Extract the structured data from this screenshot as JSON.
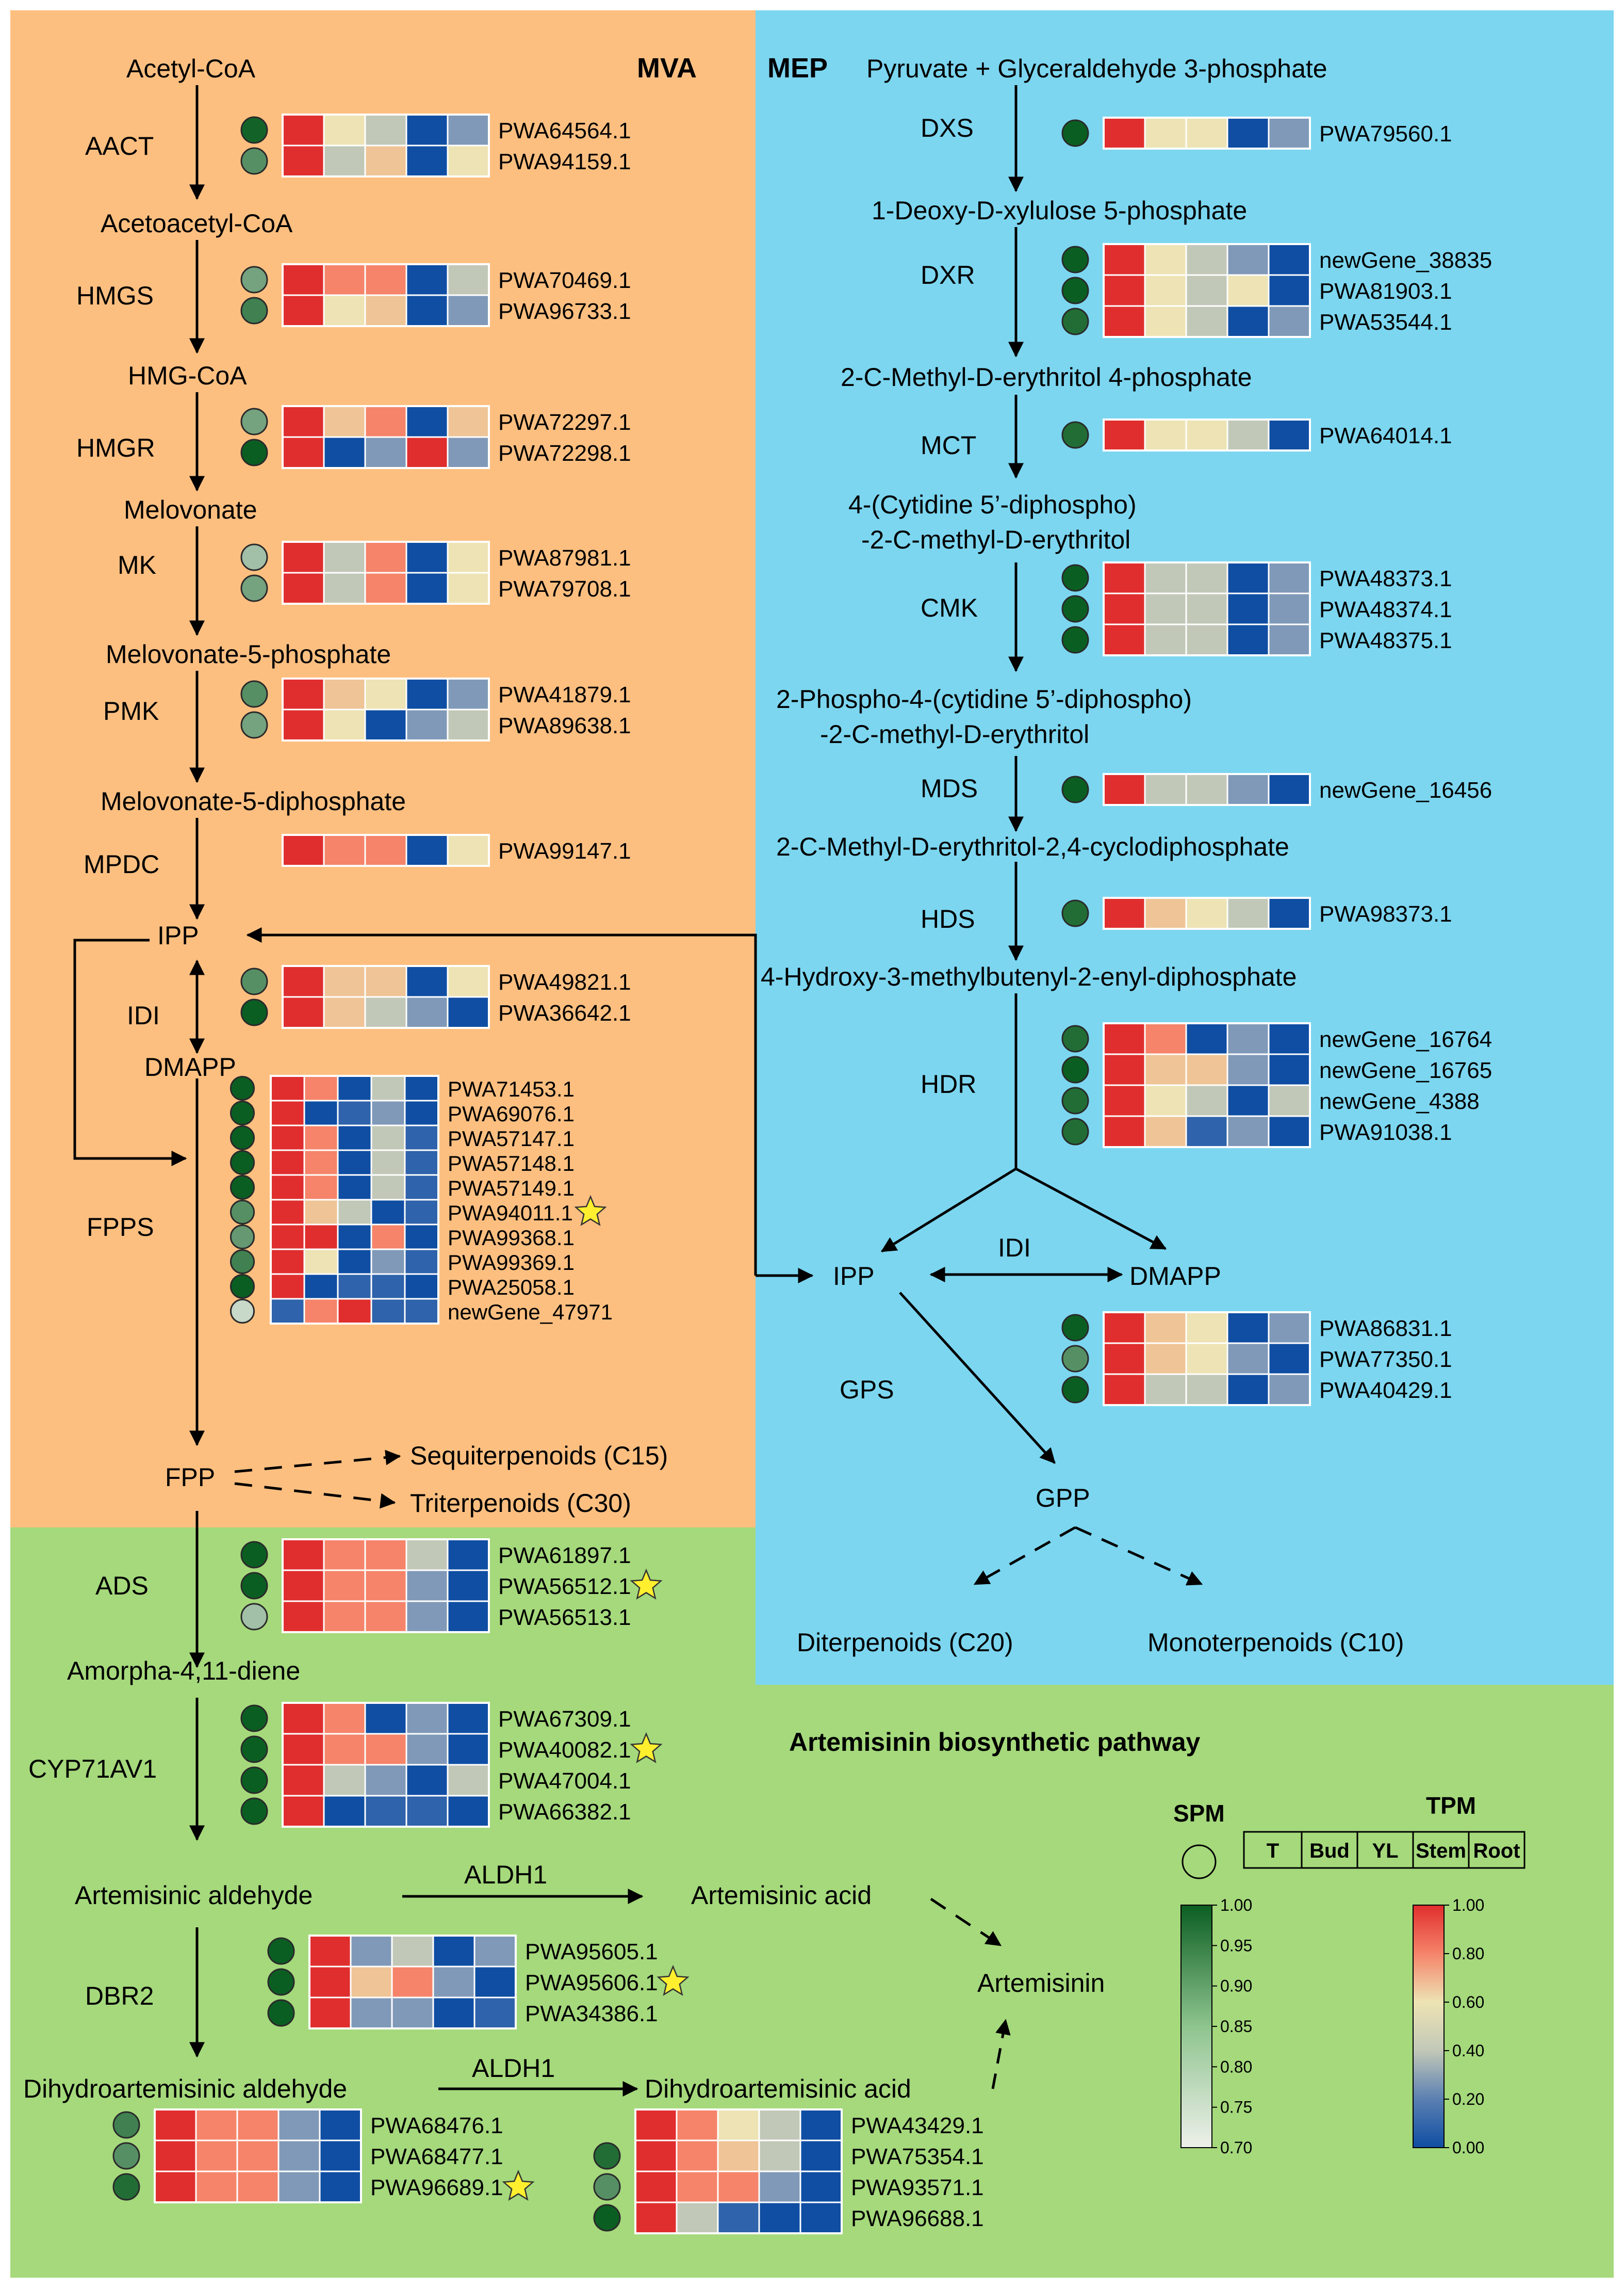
{
  "titles": {
    "mva": "MVA",
    "mep": "MEP",
    "artemisinin": "Artemisinin biosynthetic pathway"
  },
  "colors": {
    "mva_bg": "#fdbf80",
    "mep_bg": "#7cd6f0",
    "art_bg": "#a5d97c",
    "heat": [
      "#e02e2e",
      "#f5846a",
      "#efc496",
      "#ede3b4",
      "#c2c8b8",
      "#8099b8",
      "#2f63ab",
      "#0f4ea3"
    ]
  },
  "mva": {
    "metabolites": [
      "Acetyl-CoA",
      "Acetoacetyl-CoA",
      "HMG-CoA",
      "Melovonate",
      "Melovonate-5-phosphate",
      "Melovonate-5-diphosphate",
      "IPP",
      "DMAPP",
      "FPP"
    ],
    "enzymes": [
      "AACT",
      "HMGS",
      "HMGR",
      "MK",
      "PMK",
      "MPDC",
      "IDI",
      "FPPS"
    ],
    "products": [
      "Sequiterpenoids (C15)",
      "Triterpenoids (C30)"
    ]
  },
  "mep": {
    "metabolites": [
      "Pyruvate + Glyceraldehyde 3-phosphate",
      "1-Deoxy-D-xylulose 5-phosphate",
      "2-C-Methyl-D-erythritol 4-phosphate",
      "4-(Cytidine 5’-diphospho)",
      "-2-C-methyl-D-erythritol",
      "2-Phospho-4-(cytidine 5’-diphospho)",
      "-2-C-methyl-D-erythritol",
      "2-C-Methyl-D-erythritol-2,4-cyclodiphosphate",
      "4-Hydroxy-3-methylbutenyl-2-enyl-diphosphate",
      "IPP",
      "DMAPP",
      "GPP"
    ],
    "enzymes": [
      "DXS",
      "DXR",
      "MCT",
      "CMK",
      "MDS",
      "HDS",
      "HDR",
      "IDI",
      "GPS"
    ],
    "products": [
      "Diterpenoids (C20)",
      "Monoterpenoids (C10)"
    ]
  },
  "art": {
    "metabolites": [
      "Amorpha-4,11-diene",
      "Artemisinic aldehyde",
      "Artemisinic acid",
      "Artemisinin",
      "Dihydroartemisinic aldehyde",
      "Dihydroartemisinic acid"
    ],
    "enzymes": [
      "ADS",
      "CYP71AV1",
      "ALDH1",
      "DBR2",
      "ALDH1"
    ]
  },
  "legend": {
    "spm_title": "SPM",
    "tpm_title": "TPM",
    "tissues": [
      "T",
      "Bud",
      "YL",
      "Stem",
      "Root"
    ],
    "spm_ticks": [
      "1.00",
      "0.95",
      "0.90",
      "0.85",
      "0.80",
      "0.75",
      "0.70"
    ],
    "tpm_ticks": [
      "1.00",
      "0.80",
      "0.60",
      "0.40",
      "0.20",
      "0.00"
    ]
  },
  "heatmaps": [
    {
      "enzyme": "AACT",
      "genes": [
        {
          "id": "PWA64564.1",
          "spm": 0.99,
          "tpm": [
            0,
            3,
            4,
            7,
            5
          ]
        },
        {
          "id": "PWA94159.1",
          "spm": 0.9,
          "tpm": [
            0,
            4,
            2,
            7,
            3
          ]
        }
      ]
    },
    {
      "enzyme": "HMGS",
      "genes": [
        {
          "id": "PWA70469.1",
          "spm": 0.86,
          "tpm": [
            0,
            1,
            1,
            7,
            4
          ]
        },
        {
          "id": "PWA96733.1",
          "spm": 0.93,
          "tpm": [
            0,
            3,
            2,
            7,
            5
          ]
        }
      ]
    },
    {
      "enzyme": "HMGR",
      "genes": [
        {
          "id": "PWA72297.1",
          "spm": 0.86,
          "tpm": [
            0,
            2,
            1,
            7,
            2
          ]
        },
        {
          "id": "PWA72298.1",
          "spm": 1.0,
          "tpm": [
            0,
            7,
            5,
            0,
            5
          ]
        }
      ]
    },
    {
      "enzyme": "MK",
      "genes": [
        {
          "id": "PWA87981.1",
          "spm": 0.8,
          "tpm": [
            0,
            4,
            1,
            7,
            3
          ]
        },
        {
          "id": "PWA79708.1",
          "spm": 0.86,
          "tpm": [
            0,
            4,
            1,
            7,
            3
          ]
        }
      ]
    },
    {
      "enzyme": "PMK",
      "genes": [
        {
          "id": "PWA41879.1",
          "spm": 0.9,
          "tpm": [
            0,
            2,
            3,
            7,
            5
          ]
        },
        {
          "id": "PWA89638.1",
          "spm": 0.86,
          "tpm": [
            0,
            3,
            7,
            5,
            4
          ]
        }
      ]
    },
    {
      "enzyme": "MPDC",
      "genes": [
        {
          "id": "PWA99147.1",
          "spm": null,
          "tpm": [
            0,
            1,
            1,
            7,
            3
          ]
        }
      ]
    },
    {
      "enzyme": "IDI",
      "genes": [
        {
          "id": "PWA49821.1",
          "spm": 0.9,
          "tpm": [
            0,
            2,
            2,
            7,
            3
          ]
        },
        {
          "id": "PWA36642.1",
          "spm": 1.0,
          "tpm": [
            0,
            2,
            4,
            5,
            7
          ]
        }
      ]
    },
    {
      "enzyme": "FPPS",
      "genes": [
        {
          "id": "PWA71453.1",
          "spm": 1.0,
          "tpm": [
            0,
            1,
            7,
            4,
            7
          ]
        },
        {
          "id": "PWA69076.1",
          "spm": 1.0,
          "tpm": [
            0,
            7,
            6,
            5,
            7
          ]
        },
        {
          "id": "PWA57147.1",
          "spm": 1.0,
          "tpm": [
            0,
            1,
            7,
            4,
            6
          ]
        },
        {
          "id": "PWA57148.1",
          "spm": 1.0,
          "tpm": [
            0,
            1,
            7,
            4,
            6
          ]
        },
        {
          "id": "PWA57149.1",
          "spm": 1.0,
          "tpm": [
            0,
            1,
            7,
            4,
            6
          ]
        },
        {
          "id": "PWA94011.1",
          "spm": 0.9,
          "tpm": [
            0,
            2,
            4,
            7,
            6
          ],
          "star": true
        },
        {
          "id": "PWA99368.1",
          "spm": 0.88,
          "tpm": [
            0,
            0,
            7,
            1,
            7
          ]
        },
        {
          "id": "PWA99369.1",
          "spm": 0.93,
          "tpm": [
            0,
            3,
            7,
            5,
            6
          ]
        },
        {
          "id": "PWA25058.1",
          "spm": 1.0,
          "tpm": [
            0,
            7,
            6,
            6,
            7
          ]
        },
        {
          "id": "newGene_47971",
          "spm": 0.75,
          "tpm": [
            6,
            1,
            0,
            6,
            6
          ]
        }
      ]
    },
    {
      "enzyme": "DXS",
      "genes": [
        {
          "id": "PWA79560.1",
          "spm": 1.0,
          "tpm": [
            0,
            3,
            3,
            7,
            5
          ]
        }
      ]
    },
    {
      "enzyme": "DXR",
      "genes": [
        {
          "id": "newGene_38835",
          "spm": 1.0,
          "tpm": [
            0,
            3,
            4,
            5,
            7
          ]
        },
        {
          "id": "PWA81903.1",
          "spm": 1.0,
          "tpm": [
            0,
            3,
            4,
            3,
            7
          ]
        },
        {
          "id": "PWA53544.1",
          "spm": 0.97,
          "tpm": [
            0,
            3,
            4,
            7,
            5
          ]
        }
      ]
    },
    {
      "enzyme": "MCT",
      "genes": [
        {
          "id": "PWA64014.1",
          "spm": 0.97,
          "tpm": [
            0,
            3,
            3,
            4,
            7
          ]
        }
      ]
    },
    {
      "enzyme": "CMK",
      "genes": [
        {
          "id": "PWA48373.1",
          "spm": 1.0,
          "tpm": [
            0,
            4,
            4,
            7,
            5
          ]
        },
        {
          "id": "PWA48374.1",
          "spm": 1.0,
          "tpm": [
            0,
            4,
            4,
            7,
            5
          ]
        },
        {
          "id": "PWA48375.1",
          "spm": 1.0,
          "tpm": [
            0,
            4,
            4,
            7,
            5
          ]
        }
      ]
    },
    {
      "enzyme": "MDS",
      "genes": [
        {
          "id": "newGene_16456",
          "spm": 1.0,
          "tpm": [
            0,
            4,
            4,
            5,
            7
          ]
        }
      ]
    },
    {
      "enzyme": "HDS",
      "genes": [
        {
          "id": "PWA98373.1",
          "spm": 0.97,
          "tpm": [
            0,
            2,
            3,
            4,
            7
          ]
        }
      ]
    },
    {
      "enzyme": "HDR",
      "genes": [
        {
          "id": "newGene_16764",
          "spm": 0.97,
          "tpm": [
            0,
            1,
            7,
            5,
            7
          ]
        },
        {
          "id": "newGene_16765",
          "spm": 1.0,
          "tpm": [
            0,
            2,
            2,
            5,
            7
          ]
        },
        {
          "id": "newGene_4388",
          "spm": 0.97,
          "tpm": [
            0,
            3,
            4,
            7,
            4
          ]
        },
        {
          "id": "PWA91038.1",
          "spm": 0.97,
          "tpm": [
            0,
            2,
            6,
            5,
            7
          ]
        }
      ]
    },
    {
      "enzyme": "GPS",
      "genes": [
        {
          "id": "PWA86831.1",
          "spm": 1.0,
          "tpm": [
            0,
            2,
            3,
            7,
            5
          ]
        },
        {
          "id": "PWA77350.1",
          "spm": 0.9,
          "tpm": [
            0,
            2,
            3,
            5,
            7
          ]
        },
        {
          "id": "PWA40429.1",
          "spm": 1.0,
          "tpm": [
            0,
            4,
            4,
            7,
            5
          ]
        }
      ]
    },
    {
      "enzyme": "ADS",
      "genes": [
        {
          "id": "PWA61897.1",
          "spm": 1.0,
          "tpm": [
            0,
            1,
            1,
            4,
            7
          ]
        },
        {
          "id": "PWA56512.1",
          "spm": 1.0,
          "tpm": [
            0,
            1,
            1,
            5,
            7
          ],
          "star": true
        },
        {
          "id": "PWA56513.1",
          "spm": 0.8,
          "tpm": [
            0,
            1,
            1,
            5,
            7
          ]
        }
      ]
    },
    {
      "enzyme": "CYP71AV1",
      "genes": [
        {
          "id": "PWA67309.1",
          "spm": 1.0,
          "tpm": [
            0,
            1,
            7,
            5,
            7
          ]
        },
        {
          "id": "PWA40082.1",
          "spm": 1.0,
          "tpm": [
            0,
            1,
            1,
            5,
            7
          ],
          "star": true
        },
        {
          "id": "PWA47004.1",
          "spm": 1.0,
          "tpm": [
            0,
            4,
            5,
            7,
            4
          ]
        },
        {
          "id": "PWA66382.1",
          "spm": 1.0,
          "tpm": [
            0,
            7,
            6,
            6,
            7
          ]
        }
      ]
    },
    {
      "enzyme": "DBR2",
      "genes": [
        {
          "id": "PWA95605.1",
          "spm": 1.0,
          "tpm": [
            0,
            5,
            4,
            7,
            5
          ]
        },
        {
          "id": "PWA95606.1",
          "spm": 1.0,
          "tpm": [
            0,
            2,
            1,
            5,
            7
          ],
          "star": true
        },
        {
          "id": "PWA34386.1",
          "spm": 1.0,
          "tpm": [
            0,
            5,
            5,
            7,
            6
          ]
        }
      ]
    },
    {
      "enzyme": "ALDH1",
      "genes": [
        {
          "id": "PWA68476.1",
          "spm": 0.93,
          "tpm": [
            0,
            1,
            1,
            5,
            7
          ]
        },
        {
          "id": "PWA68477.1",
          "spm": 0.9,
          "tpm": [
            0,
            1,
            1,
            5,
            7
          ]
        },
        {
          "id": "PWA96689.1",
          "spm": 0.97,
          "tpm": [
            0,
            1,
            1,
            5,
            7
          ],
          "star": true
        }
      ]
    },
    {
      "enzyme": "ALDH1",
      "genes": [
        {
          "id": "PWA43429.1",
          "spm": null,
          "tpm": [
            0,
            1,
            3,
            4,
            7
          ]
        },
        {
          "id": "PWA75354.1",
          "spm": 0.97,
          "tpm": [
            0,
            1,
            2,
            4,
            7
          ]
        },
        {
          "id": "PWA93571.1",
          "spm": 0.9,
          "tpm": [
            0,
            1,
            1,
            5,
            7
          ]
        },
        {
          "id": "PWA96688.1",
          "spm": 1.0,
          "tpm": [
            0,
            4,
            6,
            7,
            7
          ]
        }
      ]
    }
  ]
}
